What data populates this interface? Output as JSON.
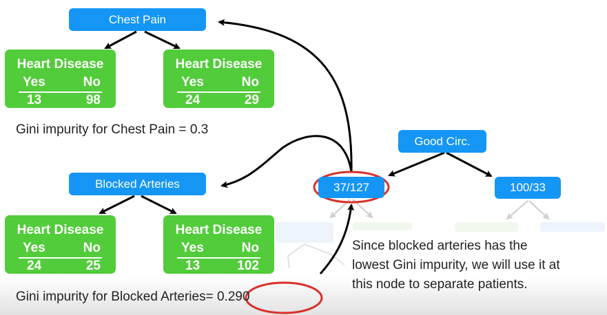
{
  "splits": [
    {
      "name": "chest-pain",
      "label": "Chest Pain",
      "left": {
        "title": "Heart Disease",
        "yes_label": "Yes",
        "no_label": "No",
        "yes": "13",
        "no": "98"
      },
      "right": {
        "title": "Heart Disease",
        "yes_label": "Yes",
        "no_label": "No",
        "yes": "24",
        "no": "29"
      },
      "gini_caption": "Gini impurity for Chest Pain = 0.3"
    },
    {
      "name": "blocked-arteries",
      "label": "Blocked Arteries",
      "left": {
        "title": "Heart Disease",
        "yes_label": "Yes",
        "no_label": "No",
        "yes": "24",
        "no": "25"
      },
      "right": {
        "title": "Heart Disease",
        "yes_label": "Yes",
        "no_label": "No",
        "yes": "13",
        "no": "102"
      },
      "gini_caption_prefix": "Gini impurity for Blocked Arteries",
      "gini_caption_value": "= 0.290"
    }
  ],
  "tree": {
    "root": "Good Circ.",
    "left_child": "37/127",
    "right_child": "100/33"
  },
  "note": {
    "line1": "Since blocked arteries has the",
    "line2": "lowest Gini impurity, we will use it at",
    "line3": "this node to separate patients."
  },
  "colors": {
    "node_blue": "#1596f5",
    "leaf_green": "#52cc3a",
    "highlight_red": "#d9302a"
  }
}
